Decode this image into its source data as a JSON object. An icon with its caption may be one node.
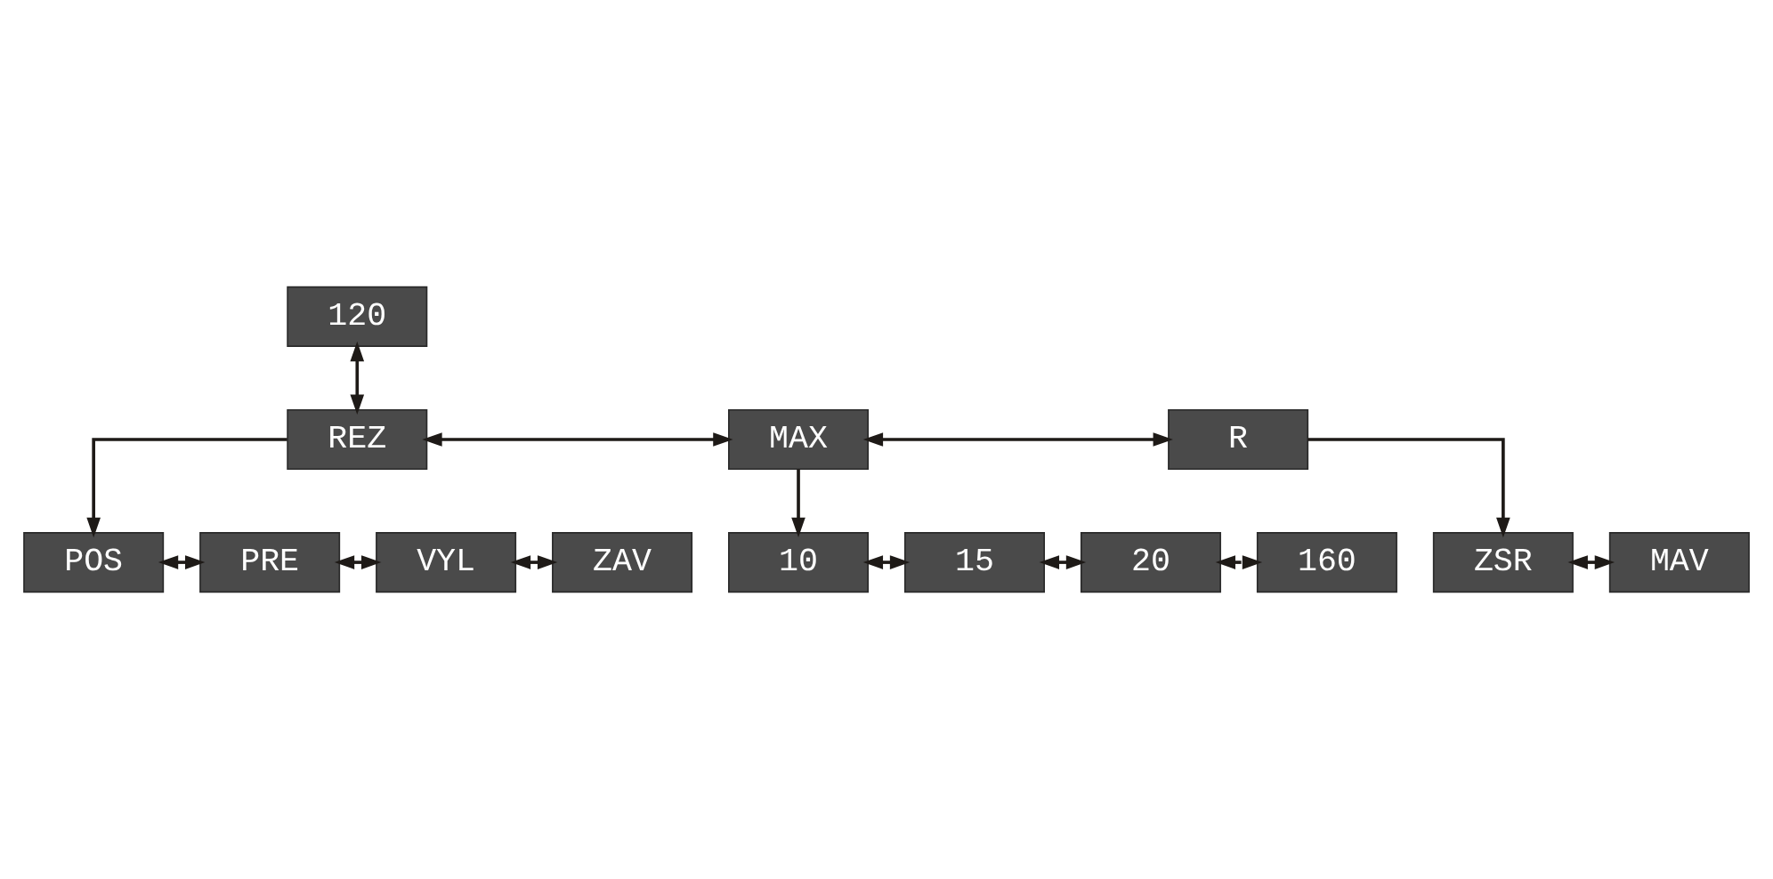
{
  "diagram": {
    "nodes": [
      {
        "text": [
          "120"
        ]
      },
      {
        "text": [
          "REZ"
        ]
      },
      {
        "text": [
          "MAX"
        ]
      },
      {
        "text": [
          "R"
        ]
      },
      {
        "text": [
          "ZSR"
        ]
      },
      {
        "text": [
          "MAV"
        ]
      },
      {
        "text": [
          "10"
        ]
      },
      {
        "text": [
          "15"
        ]
      },
      {
        "text": [
          "20"
        ]
      },
      {
        "text": [
          "160"
        ]
      },
      {
        "text": [
          "POS"
        ]
      },
      {
        "text": [
          "PRE"
        ]
      },
      {
        "text": [
          "VYL"
        ]
      },
      {
        "text": [
          "ZAV"
        ]
      }
    ],
    "edges": [
      {
        "from": 0,
        "to": 1,
        "arrow": "both"
      },
      {
        "from": 1,
        "to": 2,
        "arrow": "both"
      },
      {
        "from": 2,
        "to": 3,
        "arrow": "both"
      },
      {
        "from": 3,
        "to": 4,
        "arrow": "to"
      },
      {
        "from": 4,
        "to": 5,
        "arrow": "both"
      },
      {
        "from": 2,
        "to": 6,
        "arrow": "to"
      },
      {
        "from": 6,
        "to": 7,
        "arrow": "both"
      },
      {
        "from": 7,
        "to": 8,
        "arrow": "both"
      },
      {
        "from": 8,
        "to": 9,
        "arrow": "both",
        "style": "dashed"
      },
      {
        "from": 1,
        "to": 10,
        "arrow": "to"
      },
      {
        "from": 10,
        "to": 11,
        "arrow": "both"
      },
      {
        "from": 11,
        "to": 12,
        "arrow": "both"
      },
      {
        "from": 12,
        "to": 13,
        "arrow": "both"
      }
    ]
  }
}
